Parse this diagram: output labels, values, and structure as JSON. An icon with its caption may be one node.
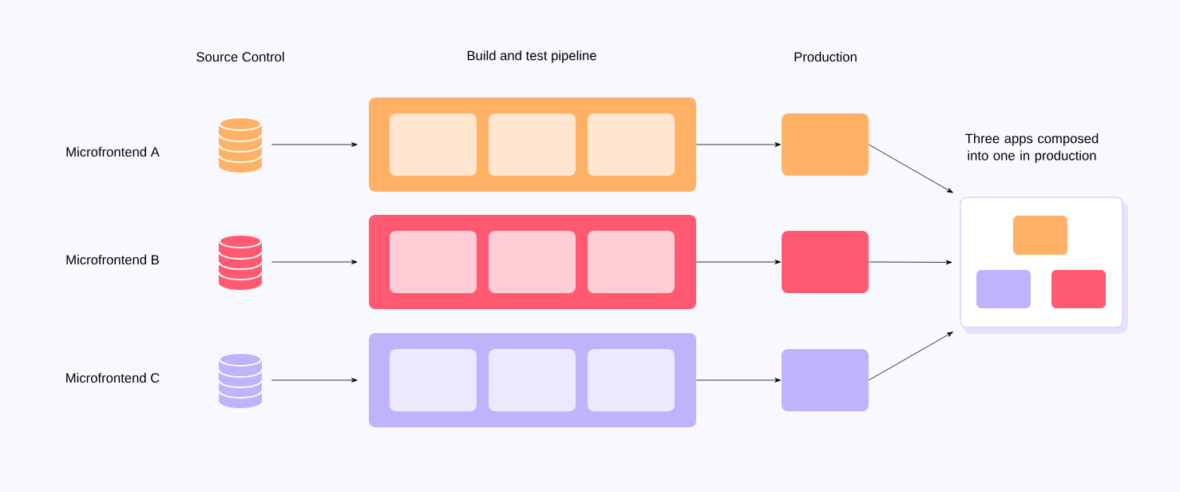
{
  "diagram": {
    "nodes": [
      {
        "text": [],
        "shape": "cylinder"
      },
      {
        "text": [],
        "shape": "box"
      },
      {
        "text": [],
        "shape": "box",
        "in": 1
      },
      {
        "text": [],
        "shape": "box",
        "in": 1
      },
      {
        "text": [],
        "shape": "box",
        "in": 1
      },
      {
        "text": [],
        "shape": "box"
      },
      {
        "text": [],
        "shape": "cylinder"
      },
      {
        "text": [],
        "shape": "box"
      },
      {
        "text": [],
        "shape": "box",
        "in": 7
      },
      {
        "text": [],
        "shape": "box",
        "in": 7
      },
      {
        "text": [],
        "shape": "box",
        "in": 7
      },
      {
        "text": [],
        "shape": "box"
      },
      {
        "text": [],
        "shape": "cylinder"
      },
      {
        "text": [],
        "shape": "box"
      },
      {
        "text": [],
        "shape": "box",
        "in": 13
      },
      {
        "text": [],
        "shape": "box",
        "in": 13
      },
      {
        "text": [],
        "shape": "box",
        "in": 13
      },
      {
        "text": [],
        "shape": "box"
      },
      {
        "text": [],
        "shape": "box",
        "beside": [
          "Three apps composed into one in production"
        ]
      },
      {
        "text": [],
        "shape": "box",
        "in": 18
      },
      {
        "text": [],
        "shape": "box",
        "in": 18
      },
      {
        "text": [],
        "shape": "box",
        "in": 18
      }
    ],
    "edges": [
      {
        "from": 0,
        "to": 1,
        "arrow": "to"
      },
      {
        "from": 1,
        "to": 5,
        "arrow": "to"
      },
      {
        "from": 5,
        "to": 18,
        "arrow": "to"
      },
      {
        "from": 6,
        "to": 7,
        "arrow": "to"
      },
      {
        "from": 7,
        "to": 11,
        "arrow": "to"
      },
      {
        "from": 11,
        "to": 18,
        "arrow": "to"
      },
      {
        "from": 12,
        "to": 13,
        "arrow": "to"
      },
      {
        "from": 13,
        "to": 17,
        "arrow": "to"
      },
      {
        "from": 17,
        "to": 18,
        "arrow": "to"
      }
    ],
    "labels": [
      "Source Control",
      "Build and test pipeline",
      "Production",
      "Microfrontend A",
      "Microfrontend B",
      "Microfrontend C"
    ]
  }
}
